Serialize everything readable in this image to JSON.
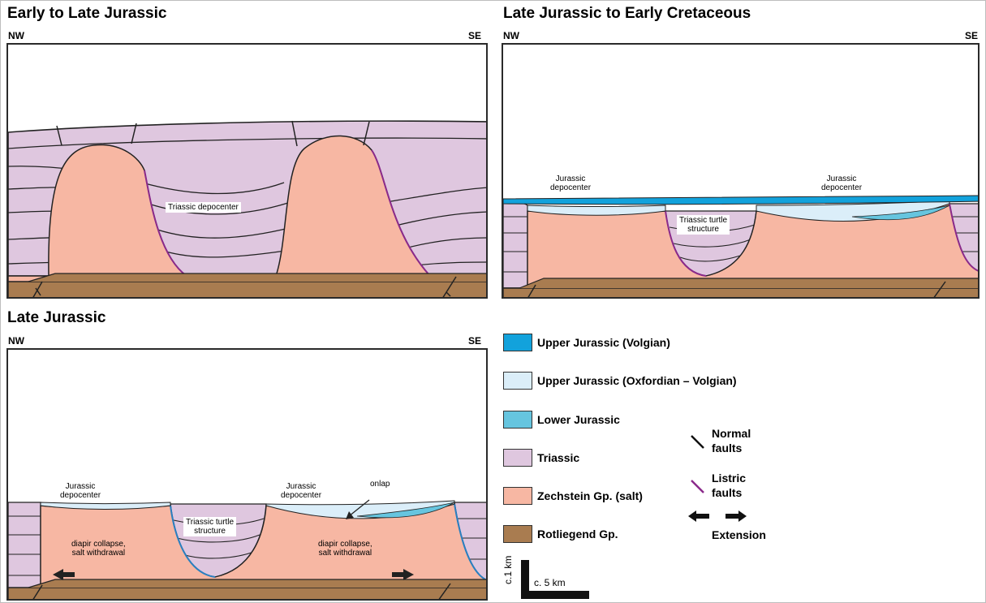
{
  "panels": {
    "early": {
      "title": "Early to Late Jurassic",
      "left_dir": "NW",
      "right_dir": "SE",
      "labels": {
        "depocenter": "Triassic depocenter"
      }
    },
    "late_cretaceous": {
      "title": "Late Jurassic to Early Cretaceous",
      "left_dir": "NW",
      "right_dir": "SE",
      "labels": {
        "jur_depo_1": "Jurassic\ndepocenter",
        "jur_depo_2": "Jurassic\ndepocenter",
        "turtle": "Triassic turtle\nstructure"
      }
    },
    "late": {
      "title": "Late Jurassic",
      "left_dir": "NW",
      "right_dir": "SE",
      "labels": {
        "jur_depo_1": "Jurassic\ndepocenter",
        "jur_depo_2": "Jurassic\ndepocenter",
        "onlap": "onlap",
        "turtle": "Triassic turtle\nstructure",
        "collapse_1": "diapir collapse,\nsalt withdrawal",
        "collapse_2": "diapir collapse,\nsalt withdrawal"
      }
    }
  },
  "legend": {
    "items": [
      {
        "label": "Upper Jurassic (Volgian)",
        "color": "#12a2dc"
      },
      {
        "label": "Upper Jurassic (Oxfordian – Volgian)",
        "color": "#dbeef9"
      },
      {
        "label": "Lower Jurassic",
        "color": "#66c5df"
      },
      {
        "label": "Triassic",
        "color": "#dfc7df"
      },
      {
        "label": "Zechstein Gp. (salt)",
        "color": "#f7b7a3"
      },
      {
        "label": "Rotliegend Gp.",
        "color": "#a97c50"
      }
    ],
    "normal_faults": "Normal\nfaults",
    "listric_faults": "Listric\nfaults",
    "extension": "Extension",
    "scale_vertical": "c.1 km",
    "scale_horizontal": "c. 5 km"
  },
  "colors": {
    "triassic": "#dfc7df",
    "salt": "#f7b7a3",
    "rotliegend": "#a97c50",
    "upper_volgian": "#12a2dc",
    "upper_oxf": "#dbeef9",
    "lower_jur": "#66c5df",
    "listric": "#8a2a8a"
  }
}
